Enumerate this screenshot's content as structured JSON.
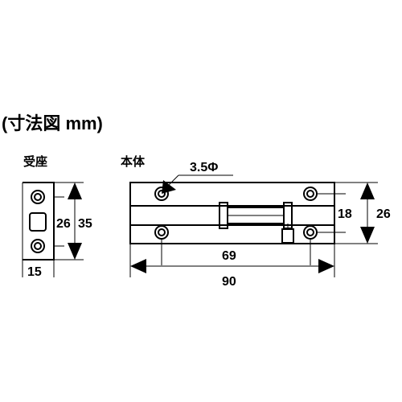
{
  "title": "(寸法図 mm)",
  "receiver": {
    "label": "受座",
    "dim_inner": "26",
    "dim_outer": "35",
    "dim_width": "15"
  },
  "body": {
    "label": "本体",
    "dim_hole": "3.5Φ",
    "dim_inner_height": "18",
    "dim_outer_height": "26",
    "dim_hole_span": "69",
    "dim_length": "90"
  }
}
